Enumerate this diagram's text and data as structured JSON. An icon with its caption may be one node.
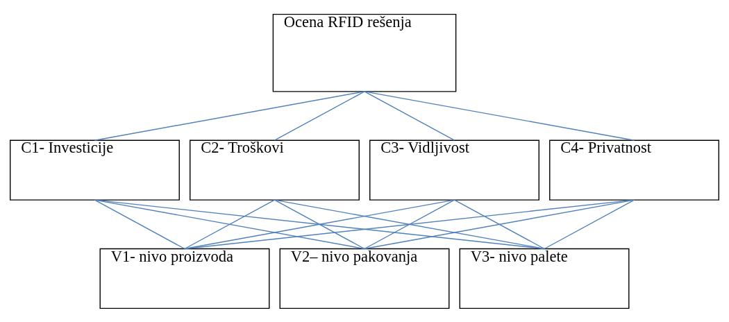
{
  "diagram": {
    "nodes": [
      {
        "text": [
          "Ocena RFID rešenja"
        ]
      },
      {
        "text": [
          "C1- Investicije"
        ]
      },
      {
        "text": [
          "C2- Troškovi"
        ]
      },
      {
        "text": [
          "C3- Vidljivost"
        ]
      },
      {
        "text": [
          "C4- Privatnost"
        ]
      },
      {
        "text": [
          "V1- nivo proizvoda"
        ]
      },
      {
        "text": [
          "V2– nivo pakovanja"
        ]
      },
      {
        "text": [
          "V3- nivo palete"
        ]
      }
    ],
    "edges": [
      {
        "from": 0,
        "to": 1,
        "arrow": "none"
      },
      {
        "from": 0,
        "to": 2,
        "arrow": "none"
      },
      {
        "from": 0,
        "to": 3,
        "arrow": "none"
      },
      {
        "from": 0,
        "to": 4,
        "arrow": "none"
      },
      {
        "from": 1,
        "to": 5,
        "arrow": "none"
      },
      {
        "from": 1,
        "to": 6,
        "arrow": "none"
      },
      {
        "from": 1,
        "to": 7,
        "arrow": "none"
      },
      {
        "from": 2,
        "to": 5,
        "arrow": "none"
      },
      {
        "from": 2,
        "to": 6,
        "arrow": "none"
      },
      {
        "from": 2,
        "to": 7,
        "arrow": "none"
      },
      {
        "from": 3,
        "to": 5,
        "arrow": "none"
      },
      {
        "from": 3,
        "to": 6,
        "arrow": "none"
      },
      {
        "from": 3,
        "to": 7,
        "arrow": "none"
      },
      {
        "from": 4,
        "to": 5,
        "arrow": "none"
      },
      {
        "from": 4,
        "to": 6,
        "arrow": "none"
      },
      {
        "from": 4,
        "to": 7,
        "arrow": "none"
      }
    ]
  }
}
